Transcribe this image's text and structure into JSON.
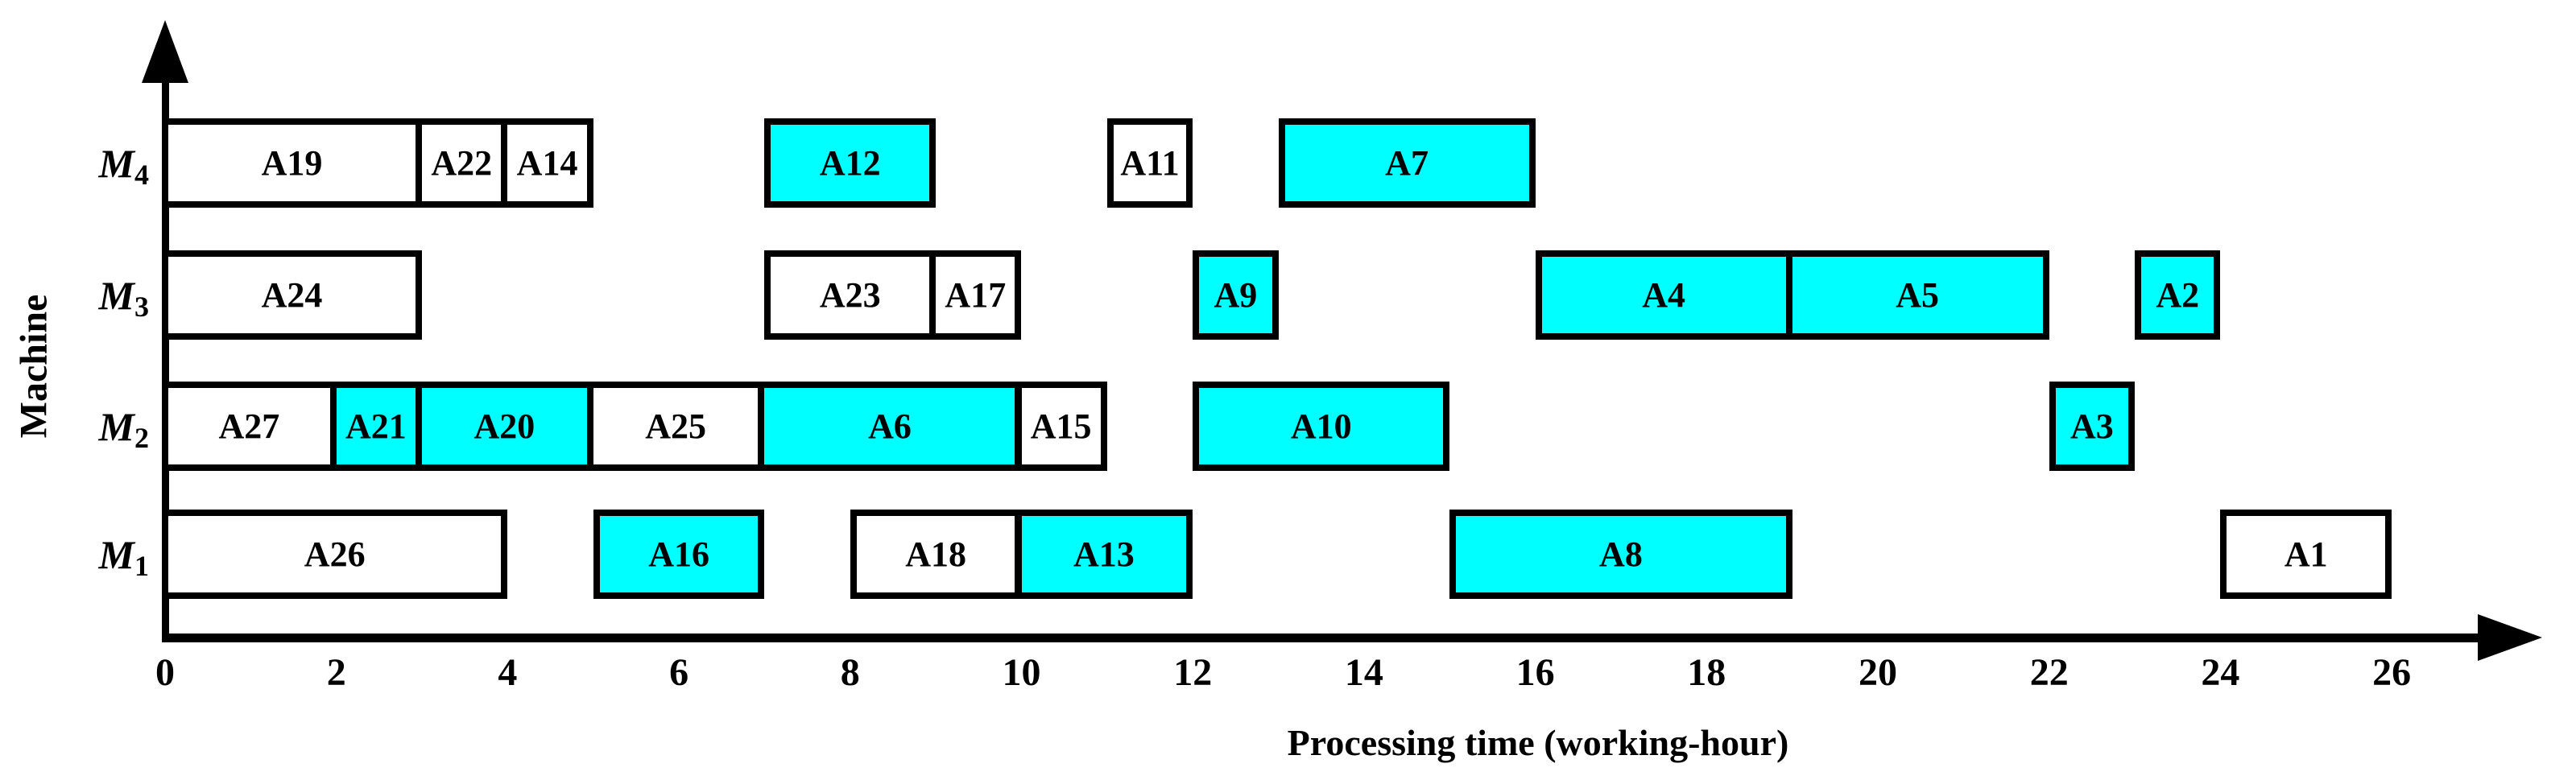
{
  "chart_data": {
    "type": "gantt",
    "title": "",
    "xlabel": "Processing time (working-hour)",
    "ylabel": "Machine",
    "xlim": [
      0,
      26
    ],
    "xticks": [
      0,
      2,
      4,
      6,
      8,
      10,
      12,
      14,
      16,
      18,
      20,
      22,
      24,
      26
    ],
    "legend": "none",
    "grid": false,
    "colors": {
      "highlight_fill": "#00FFFF",
      "normal_fill": "#FFFFFF",
      "border": "#000000",
      "background": "#FFFFFF"
    },
    "machines": [
      {
        "label": "M",
        "sub": "4",
        "tasks": [
          {
            "label": "A19",
            "start": 0,
            "end": 3,
            "filled": false
          },
          {
            "label": "A22",
            "start": 3,
            "end": 4,
            "filled": false
          },
          {
            "label": "A14",
            "start": 4,
            "end": 5,
            "filled": false
          },
          {
            "label": "A12",
            "start": 7,
            "end": 9,
            "filled": true
          },
          {
            "label": "A11",
            "start": 11,
            "end": 12,
            "filled": false
          },
          {
            "label": "A7",
            "start": 13,
            "end": 16,
            "filled": true
          }
        ]
      },
      {
        "label": "M",
        "sub": "3",
        "tasks": [
          {
            "label": "A24",
            "start": 0,
            "end": 3,
            "filled": false
          },
          {
            "label": "A23",
            "start": 7,
            "end": 9,
            "filled": false
          },
          {
            "label": "A17",
            "start": 9,
            "end": 10,
            "filled": false
          },
          {
            "label": "A9",
            "start": 12,
            "end": 13,
            "filled": true
          },
          {
            "label": "A4",
            "start": 16,
            "end": 19,
            "filled": true
          },
          {
            "label": "A5",
            "start": 19,
            "end": 22,
            "filled": true
          },
          {
            "label": "A2",
            "start": 23,
            "end": 24,
            "filled": true
          }
        ]
      },
      {
        "label": "M",
        "sub": "2",
        "tasks": [
          {
            "label": "A27",
            "start": 0,
            "end": 2,
            "filled": false
          },
          {
            "label": "A21",
            "start": 2,
            "end": 3,
            "filled": true
          },
          {
            "label": "A20",
            "start": 3,
            "end": 5,
            "filled": true
          },
          {
            "label": "A25",
            "start": 5,
            "end": 7,
            "filled": false
          },
          {
            "label": "A6",
            "start": 7,
            "end": 10,
            "filled": true
          },
          {
            "label": "A15",
            "start": 10,
            "end": 11,
            "filled": false
          },
          {
            "label": "A10",
            "start": 12,
            "end": 15,
            "filled": true
          },
          {
            "label": "A3",
            "start": 22,
            "end": 23,
            "filled": true
          }
        ]
      },
      {
        "label": "M",
        "sub": "1",
        "tasks": [
          {
            "label": "A26",
            "start": 0,
            "end": 4,
            "filled": false
          },
          {
            "label": "A16",
            "start": 5,
            "end": 7,
            "filled": true
          },
          {
            "label": "A18",
            "start": 8,
            "end": 10,
            "filled": false
          },
          {
            "label": "A13",
            "start": 10,
            "end": 12,
            "filled": true
          },
          {
            "label": "A8",
            "start": 15,
            "end": 19,
            "filled": true
          },
          {
            "label": "A1",
            "start": 24,
            "end": 26,
            "filled": false
          }
        ]
      }
    ]
  }
}
